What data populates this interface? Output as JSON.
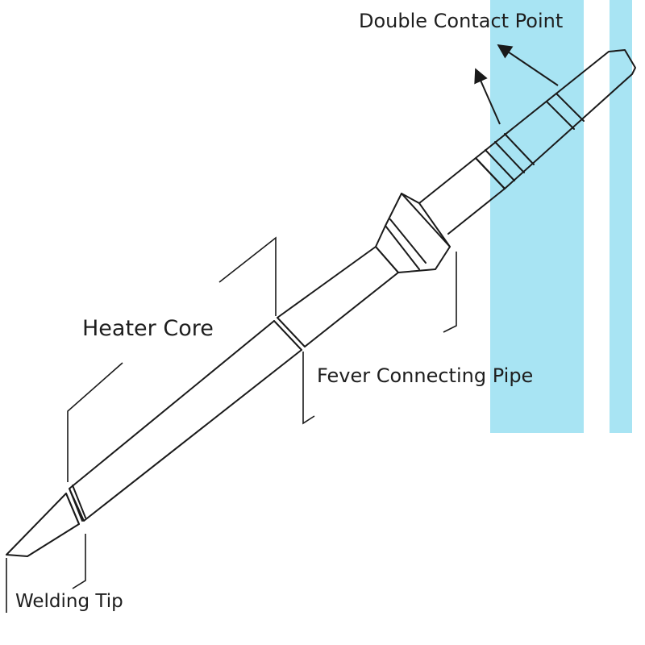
{
  "labels": {
    "double_contact_point": "Double Contact Point",
    "heater_core": "Heater Core",
    "fever_connecting_pipe": "Fever Connecting Pipe",
    "welding_tip": "Welding Tip"
  },
  "colors": {
    "highlight_band": "#a8e4f3",
    "line": "#1a1a1a",
    "background": "#ffffff"
  }
}
